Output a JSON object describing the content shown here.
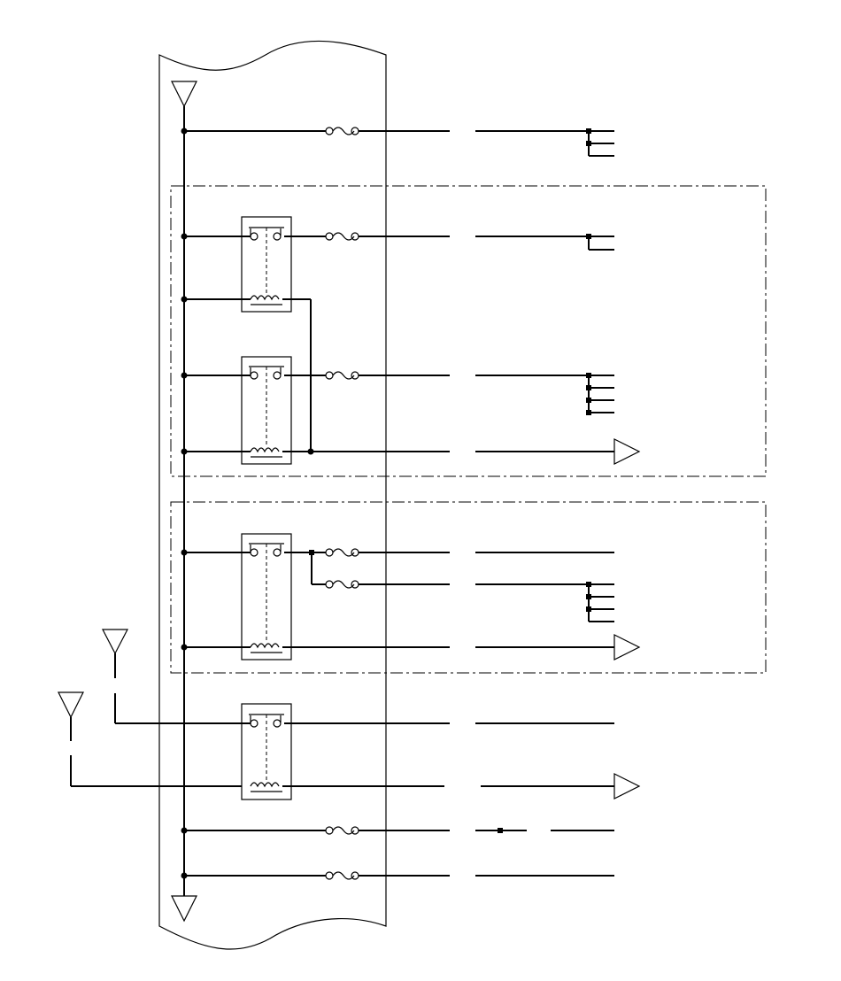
{
  "diagram": {
    "kind": "wiring-schematic",
    "components": {
      "fuse_count": 7,
      "relay_count": 4,
      "ground_symbols": 4,
      "connector_arrows": 3,
      "dash_dot_groups": 2
    },
    "colors": {
      "line": "#000000",
      "background": "#ffffff"
    }
  }
}
